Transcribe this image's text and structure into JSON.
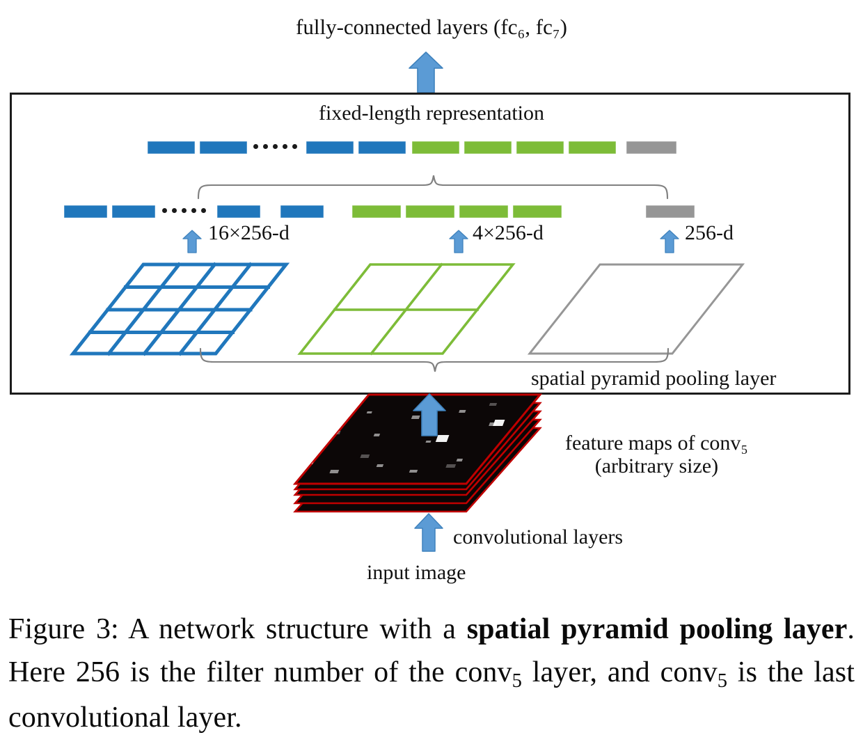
{
  "figure": {
    "top_label": "fully-connected layers (fc₆, fc₇)",
    "fixed_length_label": "fixed-length representation",
    "spp_layer_label": "spatial pyramid pooling layer",
    "feature_maps_label_line1": "feature maps of conv₅",
    "feature_maps_label_line2": "(arbitrary size)",
    "conv_layers_label": "convolutional layers",
    "input_image_label": "input image"
  },
  "pyramid": {
    "levels": [
      {
        "name": "level-16",
        "dim_label": "16×256-d",
        "grid": "4x4",
        "color": "#2077bc",
        "bins": 16
      },
      {
        "name": "level-4",
        "dim_label": "4×256-d",
        "grid": "2x2",
        "color": "#7dbc38",
        "bins": 4
      },
      {
        "name": "level-1",
        "dim_label": "256-d",
        "grid": "1x1",
        "color": "#969696",
        "bins": 1
      }
    ]
  },
  "fixed_length_row": {
    "ellipsis": "······",
    "segments": [
      {
        "color": "#2077bc",
        "count": 2
      },
      {
        "color": "#2077bc",
        "count": 2
      },
      {
        "color": "#7dbc38",
        "count": 4
      },
      {
        "color": "#969696",
        "count": 1
      }
    ]
  },
  "colors": {
    "blue": "#2077bc",
    "green": "#7dbc38",
    "gray": "#969696",
    "arrow_blue": "#5b9bd5",
    "arrow_blue_stroke": "#3a7cb8",
    "feature_map_border": "#c00000",
    "feature_map_fill": "#0d0808",
    "box_border": "#1c1c1c",
    "brace": "#7f7f7f"
  },
  "caption": {
    "prefix": "Figure 3: A network structure with a ",
    "bold1": "spatial pyramid pooling layer",
    "middle": ". Here 256 is the filter number of the ",
    "conv_a": "conv₅",
    "middle2": " layer, and ",
    "conv_b": "conv₅",
    "suffix": " is the last convolutional layer.",
    "full_text": "Figure 3: A network structure with a spatial pyramid pooling layer. Here 256 is the filter number of the conv5 layer, and conv5 is the last convolutional layer."
  }
}
